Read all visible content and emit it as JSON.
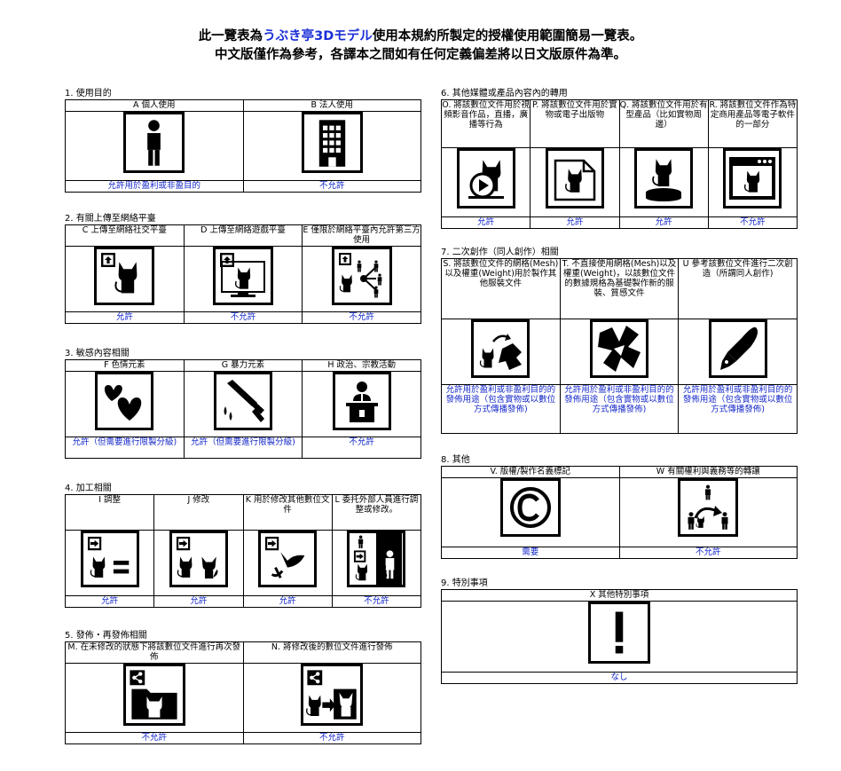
{
  "title": {
    "line1_pre": "此一覽表為",
    "line1_hl": "うぶき亭3Dモデル",
    "line1_post": "使用本規約所製定的授權使用範圍簡易一覽表。",
    "line2": "中文版僅作為參考，各譯本之間如有任何定義偏差將以日文版原件為準。"
  },
  "sections": {
    "s1": {
      "label": "1. 使用目的",
      "items": [
        {
          "header": "A 個人使用",
          "icon": "person-icon",
          "status": "允許用於盈利或非盈目的"
        },
        {
          "header": "B 法人使用",
          "icon": "office-building-icon",
          "status": "不允許"
        }
      ]
    },
    "s2": {
      "label": "2. 有關上傳至網絡平臺",
      "items": [
        {
          "header": "C 上傳至網絡社交平臺",
          "icon": "upload-social-icon",
          "status": "允許"
        },
        {
          "header": "D 上傳至網絡遊戲平臺",
          "icon": "upload-game-icon",
          "status": "不允許"
        },
        {
          "header": "E 僅限於網絡平臺內允許第三方使用",
          "icon": "upload-share-icon",
          "status": "不允許"
        }
      ]
    },
    "s3": {
      "label": "3. 敏感內容相關",
      "items": [
        {
          "header": "F 色情元素",
          "icon": "hearts-icon",
          "status": "允許（但需要進行限製分級)"
        },
        {
          "header": "G 暴力元素",
          "icon": "bloody-knife-icon",
          "status": "允許（但需要進行限製分級)"
        },
        {
          "header": "H 政治、宗教活動",
          "icon": "podium-speaker-icon",
          "status": "不允許"
        }
      ]
    },
    "s4": {
      "label": "4. 加工相關",
      "items": [
        {
          "header": "I 調整",
          "icon": "adjust-equal-icon",
          "status": "允許"
        },
        {
          "header": "J 修改",
          "icon": "modify-icon",
          "status": "允許"
        },
        {
          "header": "K 用於修改其他數位文件",
          "icon": "parts-reuse-icon",
          "status": "允許"
        },
        {
          "header": "L 委托外部人員進行調整或修改。",
          "icon": "outsource-icon",
          "status": "不允許"
        }
      ]
    },
    "s5": {
      "label": "5. 發佈・再發佈相關",
      "items": [
        {
          "header": "M. 在未修改的狀態下將該數位文件進行再次發佈",
          "icon": "redistribute-icon",
          "status": "不允許"
        },
        {
          "header": "N. 將修改後的數位文件進行發佈",
          "icon": "share-modified-icon",
          "status": "不允許"
        }
      ]
    },
    "s6": {
      "label": "6. 其他媒體或產品內容內的轉用",
      "items": [
        {
          "header": "O. 將該數位文件用於視頻影音作品，直播，廣播等行為",
          "icon": "video-play-icon",
          "status": "允許"
        },
        {
          "header": "P. 將該數位文件用於實物或電子出版物",
          "icon": "publication-icon",
          "status": "允許"
        },
        {
          "header": "Q. 將該數位文件用於有型產品（比如實物周邊）",
          "icon": "figure-product-icon",
          "status": "允許"
        },
        {
          "header": "R. 將該數位文件作為特定商用產品等電子軟件的一部分",
          "icon": "software-window-icon",
          "status": "不允許"
        }
      ]
    },
    "s7": {
      "label": "7. 二次創作（同人創作）相關",
      "items": [
        {
          "header": "S. 將該數位文件的網格(Mesh)以及權重(Weight)用於製作其他服裝文件",
          "icon": "mesh-clothing-icon",
          "status": "允許用於盈利或非盈利目的的發佈用途（包含實物或以數位方式傳播發佈)"
        },
        {
          "header": "T. 不直接使用網格(Mesh)以及權重(Weight)，以該數位文件的數據規格為基礎製作新的服裝、質感文件",
          "icon": "texture-icon",
          "status": "允許用於盈利或非盈利目的的發佈用途（包含實物或以數位方式傳播發佈)"
        },
        {
          "header": "U 參考該數位文件進行二次創造（所謂同人創作)",
          "icon": "pen-nib-icon",
          "status": "允許用於盈利或非盈利目的的發佈用途（包含實物或以數位方式傳播發佈)"
        }
      ]
    },
    "s8": {
      "label": "8. 其他",
      "items": [
        {
          "header": "V. 版權/製作名義標記",
          "icon": "copyright-icon",
          "status": "需要"
        },
        {
          "header": "W 有關權利與義務等的轉讓",
          "icon": "transfer-rights-icon",
          "status": "不允許"
        }
      ]
    },
    "s9": {
      "label": "9. 特別事項",
      "items": [
        {
          "header": "X 其他特別事項",
          "icon": "exclamation-icon",
          "status": "なし"
        }
      ]
    }
  }
}
